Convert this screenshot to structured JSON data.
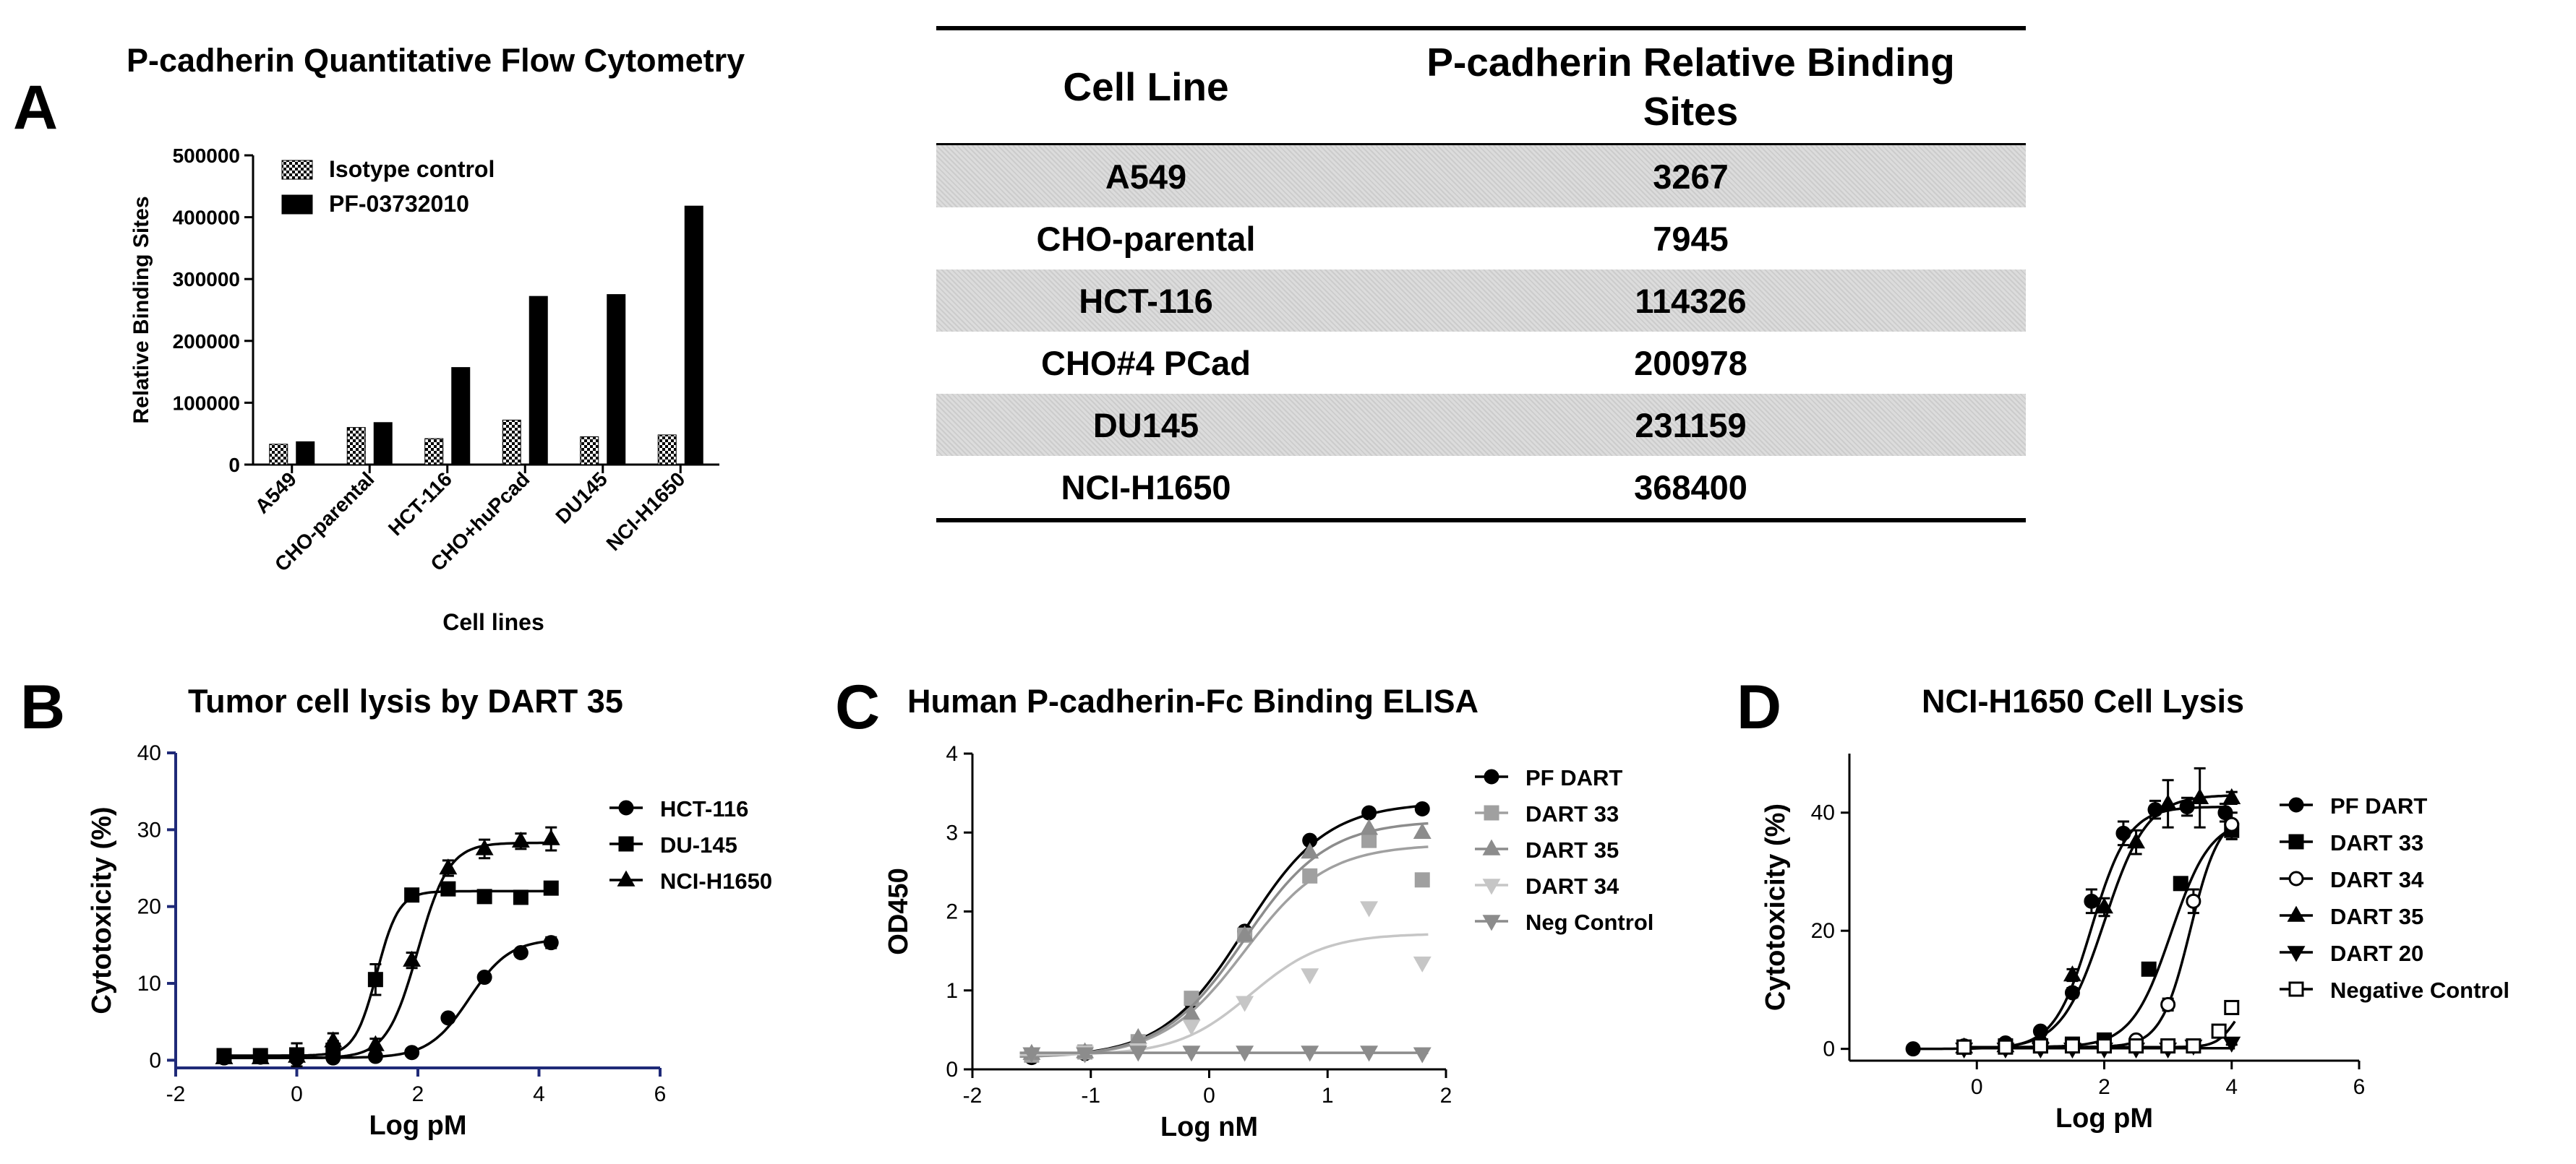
{
  "panels": {
    "a": {
      "label": "A",
      "title": "P-cadherin Quantitative Flow Cytometry"
    },
    "b": {
      "label": "B",
      "title": "Tumor cell lysis by DART 35"
    },
    "c": {
      "label": "C",
      "title": "Human P-cadherin-Fc Binding ELISA"
    },
    "d": {
      "label": "D",
      "title": "NCI-H1650 Cell Lysis"
    }
  },
  "table": {
    "headers": [
      "Cell Line",
      "P-cadherin Relative Binding Sites"
    ],
    "rows": [
      [
        "A549",
        "3267"
      ],
      [
        "CHO-parental",
        "7945"
      ],
      [
        "HCT-116",
        "114326"
      ],
      [
        "CHO#4 PCad",
        "200978"
      ],
      [
        "DU145",
        "231159"
      ],
      [
        "NCI-H1650",
        "368400"
      ]
    ]
  },
  "colors": {
    "ink": "#000000",
    "axis_blue": "#1f2a78",
    "gray_mid": "#8c8c8c",
    "gray_light": "#a0a0a0",
    "gray_pale": "#c6c6c6"
  },
  "chart_data": [
    {
      "id": "A",
      "type": "bar",
      "title": "P-cadherin Quantitative Flow Cytometry",
      "xlabel": "Cell lines",
      "ylabel": "Relative Binding Sites",
      "categories": [
        "A549",
        "CHO-parental",
        "HCT-116",
        "CHO+huPcad",
        "DU145",
        "NCI-H1650"
      ],
      "series": [
        {
          "name": "Isotype control",
          "style": "checkered",
          "values": [
            33000,
            60000,
            42000,
            72000,
            45000,
            48000
          ]
        },
        {
          "name": "PF-03732010",
          "style": "solid",
          "values": [
            37000,
            68000,
            157000,
            272000,
            275000,
            418000
          ]
        }
      ],
      "ylim": [
        0,
        500000
      ],
      "yticks": [
        0,
        100000,
        200000,
        300000,
        400000,
        500000
      ],
      "legend": "top-left"
    },
    {
      "id": "B",
      "type": "scatter",
      "title": "Tumor cell lysis by DART 35",
      "xlabel": "Log pM",
      "ylabel": "Cytotoxicity (%)",
      "xlim": [
        -2,
        6
      ],
      "ylim": [
        -1,
        40
      ],
      "xticks": [
        -2,
        0,
        2,
        4,
        6
      ],
      "yticks": [
        0,
        10,
        20,
        30,
        40
      ],
      "legend": "right",
      "series": [
        {
          "name": "HCT-116",
          "marker": "circle",
          "fill": "#000000",
          "points": [
            [
              -1.2,
              0.3
            ],
            [
              -0.6,
              0.4
            ],
            [
              0.0,
              0.2
            ],
            [
              0.6,
              0.3
            ],
            [
              1.3,
              0.5
            ],
            [
              1.9,
              1.0
            ],
            [
              2.5,
              5.5
            ],
            [
              3.1,
              10.8
            ],
            [
              3.7,
              14.0
            ],
            [
              4.2,
              15.3
            ]
          ],
          "err": [
            0.3,
            0.3,
            0.3,
            0.3,
            0.3,
            0.3,
            0.5,
            0.5,
            0.5,
            0.7
          ],
          "curve": {
            "bottom": 0.3,
            "top": 15.8,
            "ec50": 2.85,
            "hill": 1.3
          }
        },
        {
          "name": "DU-145",
          "marker": "square",
          "fill": "#000000",
          "points": [
            [
              -1.2,
              0.6
            ],
            [
              -0.6,
              0.6
            ],
            [
              0.0,
              0.7
            ],
            [
              0.6,
              1.3
            ],
            [
              1.3,
              10.5
            ],
            [
              1.9,
              21.5
            ],
            [
              2.5,
              22.3
            ],
            [
              3.1,
              21.3
            ],
            [
              3.7,
              21.2
            ],
            [
              4.2,
              22.4
            ]
          ],
          "err": [
            0.3,
            0.3,
            1.5,
            1.2,
            2.0,
            0.5,
            0.5,
            0.4,
            0.4,
            0.4
          ],
          "curve": {
            "bottom": 0.6,
            "top": 22.0,
            "ec50": 1.32,
            "hill": 2.4
          }
        },
        {
          "name": "NCI-H1650",
          "marker": "triangle",
          "fill": "#000000",
          "points": [
            [
              -1.2,
              0.3
            ],
            [
              -0.6,
              0.3
            ],
            [
              0.0,
              0.5
            ],
            [
              0.6,
              2.5
            ],
            [
              1.3,
              2.0
            ],
            [
              1.9,
              13.0
            ],
            [
              2.5,
              25.0
            ],
            [
              3.1,
              27.5
            ],
            [
              3.7,
              28.5
            ],
            [
              4.2,
              28.8
            ]
          ],
          "err": [
            0.3,
            0.3,
            0.5,
            1.0,
            0.8,
            1.0,
            1.0,
            1.2,
            1.0,
            1.5
          ],
          "curve": {
            "bottom": 0.3,
            "top": 28.3,
            "ec50": 2.0,
            "hill": 1.7
          }
        }
      ]
    },
    {
      "id": "C",
      "type": "scatter",
      "title": "Human P-cadherin-Fc Binding ELISA",
      "xlabel": "Log nM",
      "ylabel": "OD450",
      "xlim": [
        -2,
        2
      ],
      "ylim": [
        0,
        4
      ],
      "xticks": [
        -2,
        -1,
        0,
        1,
        2
      ],
      "yticks": [
        0,
        1,
        2,
        3,
        4
      ],
      "legend": "right",
      "series": [
        {
          "name": "PF DART",
          "marker": "circle",
          "fill": "#000000",
          "points": [
            [
              -1.5,
              0.15
            ],
            [
              -1.05,
              0.2
            ],
            [
              -0.6,
              0.35
            ],
            [
              -0.15,
              0.85
            ],
            [
              0.3,
              1.75
            ],
            [
              0.85,
              2.9
            ],
            [
              1.35,
              3.25
            ],
            [
              1.8,
              3.3
            ]
          ],
          "curve": {
            "bottom": 0.15,
            "top": 3.38,
            "ec50": 0.3,
            "hill": 1.25
          }
        },
        {
          "name": "DART 33",
          "marker": "square",
          "fill": "#a0a0a0",
          "points": [
            [
              -1.5,
              0.18
            ],
            [
              -1.05,
              0.22
            ],
            [
              -0.6,
              0.35
            ],
            [
              -0.15,
              0.9
            ],
            [
              0.3,
              1.7
            ],
            [
              0.85,
              2.45
            ],
            [
              1.35,
              2.9
            ],
            [
              1.8,
              2.4
            ]
          ],
          "curve": {
            "bottom": 0.15,
            "top": 2.85,
            "ec50": 0.3,
            "hill": 1.25
          }
        },
        {
          "name": "DART 35",
          "marker": "triangle",
          "fill": "#8c8c8c",
          "points": [
            [
              -1.5,
              0.2
            ],
            [
              -1.05,
              0.22
            ],
            [
              -0.6,
              0.4
            ],
            [
              -0.15,
              0.7
            ],
            [
              0.3,
              1.7
            ],
            [
              0.85,
              2.75
            ],
            [
              1.35,
              3.05
            ],
            [
              1.8,
              3.0
            ]
          ],
          "curve": {
            "bottom": 0.15,
            "top": 3.15,
            "ec50": 0.3,
            "hill": 1.25
          }
        },
        {
          "name": "DART 34",
          "marker": "triangle-down",
          "fill": "#c6c6c6",
          "points": [
            [
              -1.5,
              0.2
            ],
            [
              -1.05,
              0.22
            ],
            [
              -0.6,
              0.25
            ],
            [
              -0.15,
              0.55
            ],
            [
              0.3,
              0.85
            ],
            [
              0.85,
              1.2
            ],
            [
              1.35,
              2.05
            ],
            [
              1.8,
              1.35
            ]
          ],
          "curve": {
            "bottom": 0.18,
            "top": 1.72,
            "ec50": 0.35,
            "hill": 1.4
          }
        },
        {
          "name": "Neg Control",
          "marker": "triangle-down",
          "fill": "#8c8c8c",
          "points": [
            [
              -1.5,
              0.2
            ],
            [
              -1.05,
              0.2
            ],
            [
              -0.6,
              0.22
            ],
            [
              -0.15,
              0.22
            ],
            [
              0.3,
              0.22
            ],
            [
              0.85,
              0.22
            ],
            [
              1.35,
              0.22
            ],
            [
              1.8,
              0.2
            ]
          ],
          "curve": {
            "flat": 0.21
          }
        }
      ]
    },
    {
      "id": "D",
      "type": "scatter",
      "title": "NCI-H1650 Cell Lysis",
      "xlabel": "Log pM",
      "ylabel": "Cytotoxicity (%)",
      "xlim": [
        -2,
        6
      ],
      "ylim": [
        -2,
        50
      ],
      "xticks": [
        0,
        2,
        4,
        6
      ],
      "yticks": [
        0,
        20,
        40
      ],
      "legend": "right",
      "series": [
        {
          "name": "PF DART",
          "marker": "circle",
          "fill": "#000000",
          "points": [
            [
              -1.0,
              0.0
            ],
            [
              -0.2,
              0.5
            ],
            [
              0.45,
              1.0
            ],
            [
              1.0,
              3.0
            ],
            [
              1.5,
              9.5
            ],
            [
              1.8,
              25.0
            ],
            [
              2.3,
              36.5
            ],
            [
              2.8,
              40.5
            ],
            [
              3.3,
              41.0
            ],
            [
              3.9,
              40.0
            ]
          ],
          "err": [
            0.3,
            0.4,
            0.4,
            0.6,
            0.8,
            2.0,
            2.0,
            1.5,
            1.5,
            1.5
          ],
          "curve": {
            "bottom": 0.0,
            "top": 41.0,
            "ec50": 1.8,
            "hill": 1.5
          }
        },
        {
          "name": "DART 33",
          "marker": "square",
          "fill": "#000000",
          "points": [
            [
              -0.2,
              0.3
            ],
            [
              0.45,
              0.5
            ],
            [
              1.0,
              0.5
            ],
            [
              1.5,
              0.8
            ],
            [
              2.0,
              1.5
            ],
            [
              2.7,
              13.5
            ],
            [
              3.2,
              28.0
            ],
            [
              4.0,
              37.0
            ]
          ],
          "err": [
            0.3,
            0.3,
            0.3,
            0.3,
            0.5,
            0.8,
            1.0,
            1.5
          ],
          "curve": {
            "bottom": 0.3,
            "top": 39.0,
            "ec50": 3.05,
            "hill": 1.4
          }
        },
        {
          "name": "DART 34",
          "marker": "circle-open",
          "fill": "#ffffff",
          "points": [
            [
              -0.2,
              0.5
            ],
            [
              0.45,
              0.5
            ],
            [
              1.0,
              0.5
            ],
            [
              1.5,
              0.5
            ],
            [
              2.0,
              0.8
            ],
            [
              2.5,
              1.5
            ],
            [
              3.0,
              7.5
            ],
            [
              3.4,
              25.0
            ],
            [
              4.0,
              38.0
            ]
          ],
          "err": [
            0.3,
            0.3,
            0.3,
            0.3,
            0.3,
            0.5,
            1.0,
            2.0,
            2.0
          ],
          "curve": {
            "bottom": 0.3,
            "top": 40.0,
            "ec50": 3.35,
            "hill": 1.9
          }
        },
        {
          "name": "DART 35",
          "marker": "triangle",
          "fill": "#000000",
          "points": [
            [
              -0.2,
              0.3
            ],
            [
              0.45,
              0.5
            ],
            [
              1.0,
              2.0
            ],
            [
              1.5,
              12.5
            ],
            [
              2.0,
              24.0
            ],
            [
              2.5,
              35.0
            ],
            [
              3.0,
              41.5
            ],
            [
              3.5,
              42.5
            ],
            [
              4.0,
              42.5
            ]
          ],
          "err": [
            0.3,
            0.3,
            0.5,
            1.0,
            1.5,
            2.0,
            4.0,
            5.0,
            1.0
          ],
          "curve": {
            "bottom": 0.0,
            "top": 43.0,
            "ec50": 2.0,
            "hill": 1.3
          }
        },
        {
          "name": "DART 20",
          "marker": "triangle-down",
          "fill": "#000000",
          "points": [
            [
              -0.2,
              0.0
            ],
            [
              0.45,
              0.0
            ],
            [
              1.0,
              0.0
            ],
            [
              1.5,
              0.0
            ],
            [
              2.0,
              0.0
            ],
            [
              2.5,
              0.0
            ],
            [
              3.0,
              0.0
            ],
            [
              3.4,
              0.5
            ],
            [
              4.0,
              1.0
            ]
          ],
          "err": [
            0.3,
            0.3,
            0.3,
            0.3,
            0.3,
            0.3,
            0.3,
            0.3,
            0.3
          ],
          "curve": {
            "flat": 0.1
          }
        },
        {
          "name": "Negative Control",
          "marker": "square-open",
          "fill": "#ffffff",
          "points": [
            [
              -0.2,
              0.3
            ],
            [
              0.45,
              0.3
            ],
            [
              1.0,
              0.5
            ],
            [
              1.5,
              0.5
            ],
            [
              2.0,
              0.5
            ],
            [
              2.5,
              0.5
            ],
            [
              3.0,
              0.5
            ],
            [
              3.4,
              0.5
            ],
            [
              3.8,
              3.0
            ],
            [
              4.0,
              7.0
            ]
          ],
          "err": [
            0.3,
            0.3,
            0.3,
            0.3,
            0.3,
            0.3,
            0.3,
            0.3,
            0.5,
            1.0
          ],
          "curve": {
            "bottom": 0.3,
            "top": 9.0,
            "ec50": 4.05,
            "hill": 3.0
          }
        }
      ]
    }
  ]
}
